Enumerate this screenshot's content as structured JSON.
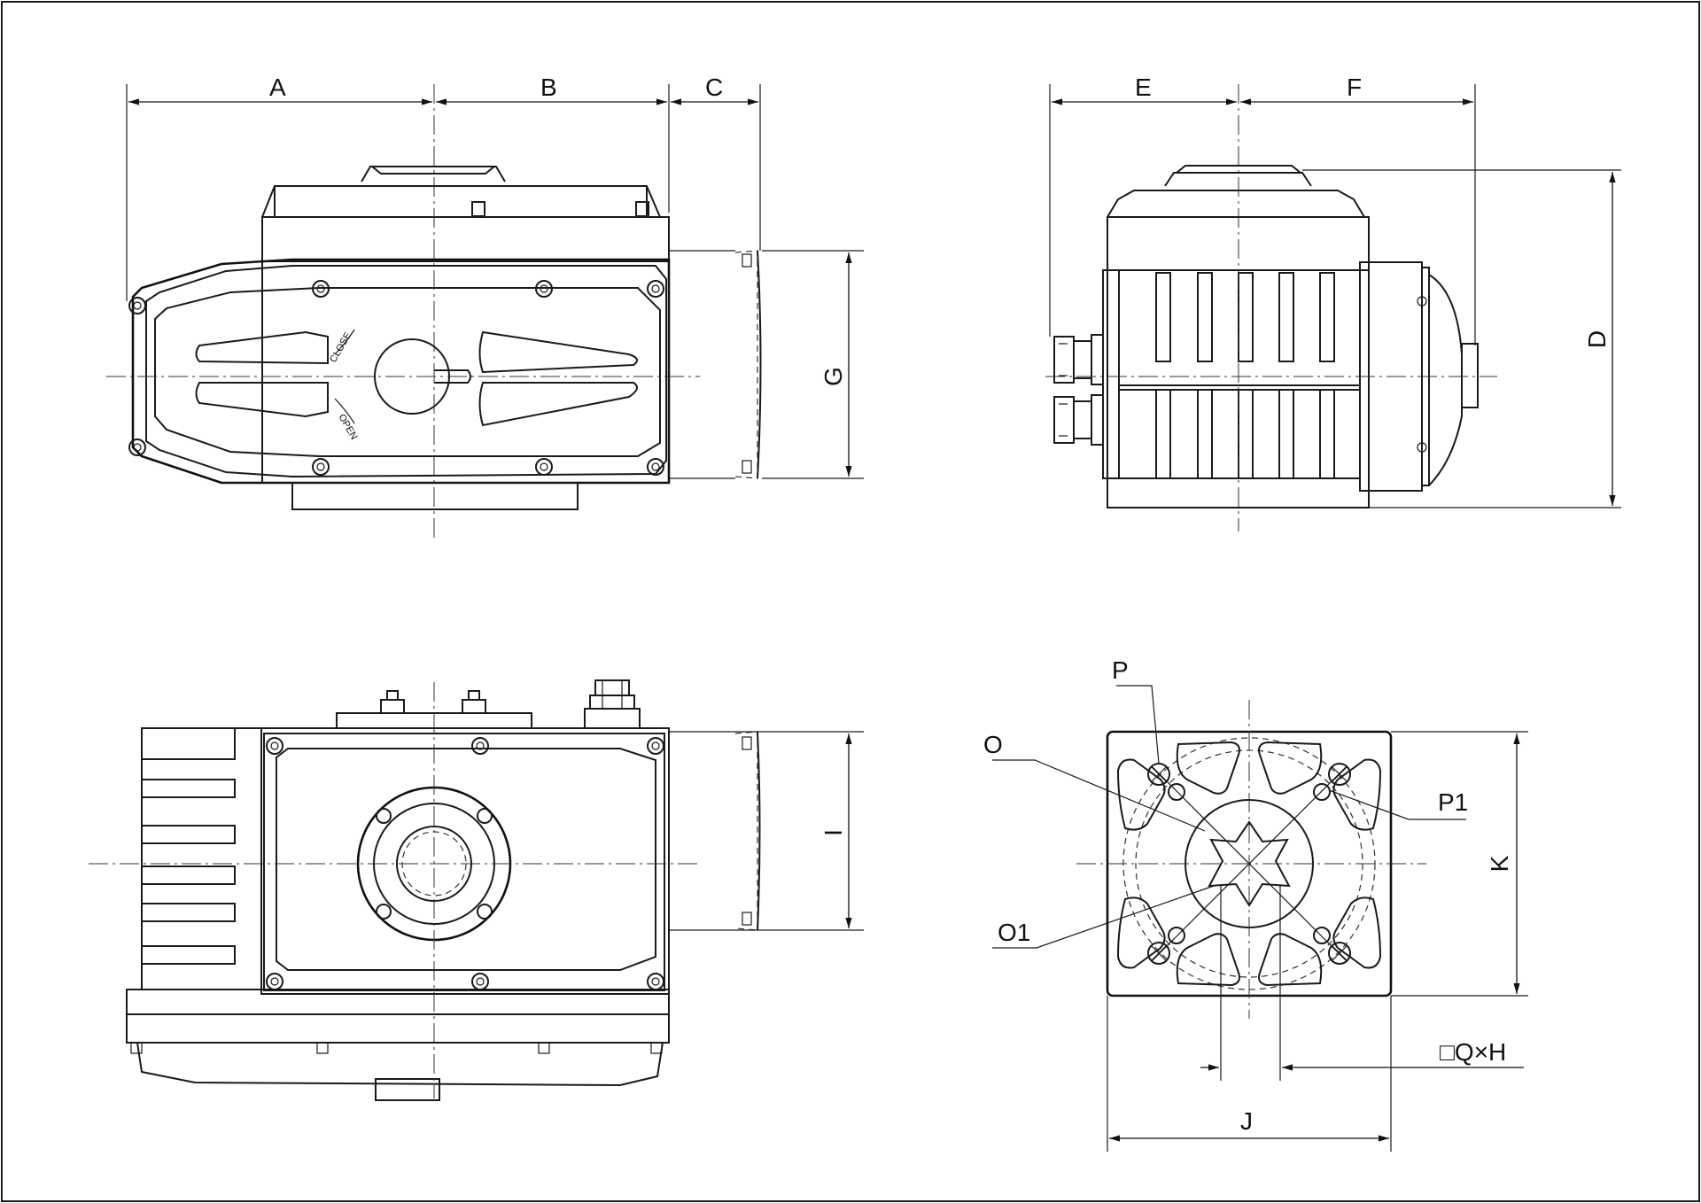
{
  "labels": {
    "A": "A",
    "B": "B",
    "C": "C",
    "D": "D",
    "E": "E",
    "F": "F",
    "G": "G",
    "I": "I",
    "J": "J",
    "K": "K",
    "P": "P",
    "P1": "P1",
    "O": "O",
    "O1": "O1",
    "QH": "□Q×H"
  },
  "knob_text": {
    "open": "OPEN",
    "close": "CLOSE"
  }
}
